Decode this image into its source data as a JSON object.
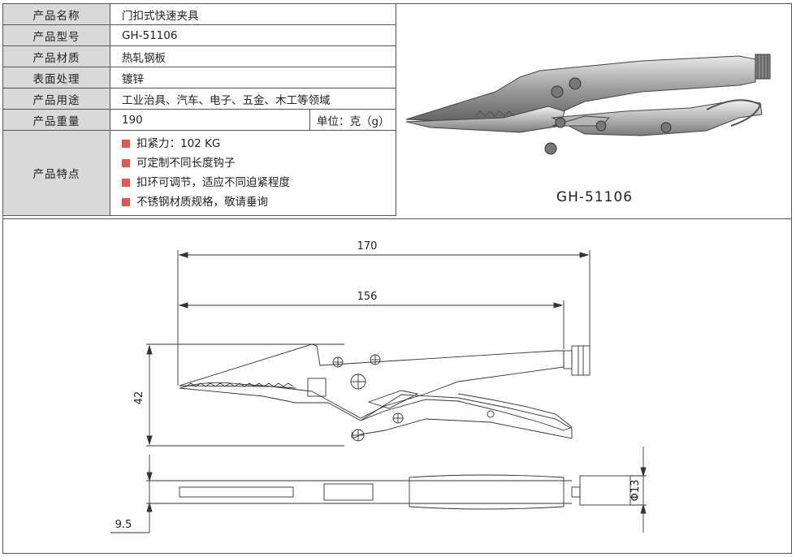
{
  "spec_table": {
    "rows": [
      {
        "label": "产品名称",
        "value": "门扣式快速夹具"
      },
      {
        "label": "产品型号",
        "value": "GH-51106"
      },
      {
        "label": "产品材质",
        "value": "热轧钢板"
      },
      {
        "label": "表面处理",
        "value": "镀锌"
      },
      {
        "label": "产品用途",
        "value": "工业治具、汽车、电子、五金、木工等领域"
      },
      {
        "label": "产品重量",
        "value": "190",
        "unit": "单位：克（g）"
      }
    ],
    "features_label": "产品特点",
    "features": [
      "扣紧力：102 KG",
      "可定制不同长度钩子",
      "扣环可调节，适应不同迫紧程度",
      "不锈钢材质规格，敬请垂询"
    ],
    "bullet_color": "#e8554a"
  },
  "photo": {
    "model_caption": "GH-51106",
    "icon": "locking-pliers-photo"
  },
  "drawing": {
    "dimensions": {
      "overall_length": "170",
      "jaw_to_screw": "156",
      "height": "42",
      "thickness": "9.5",
      "screw_diameter": "Φ13"
    }
  }
}
